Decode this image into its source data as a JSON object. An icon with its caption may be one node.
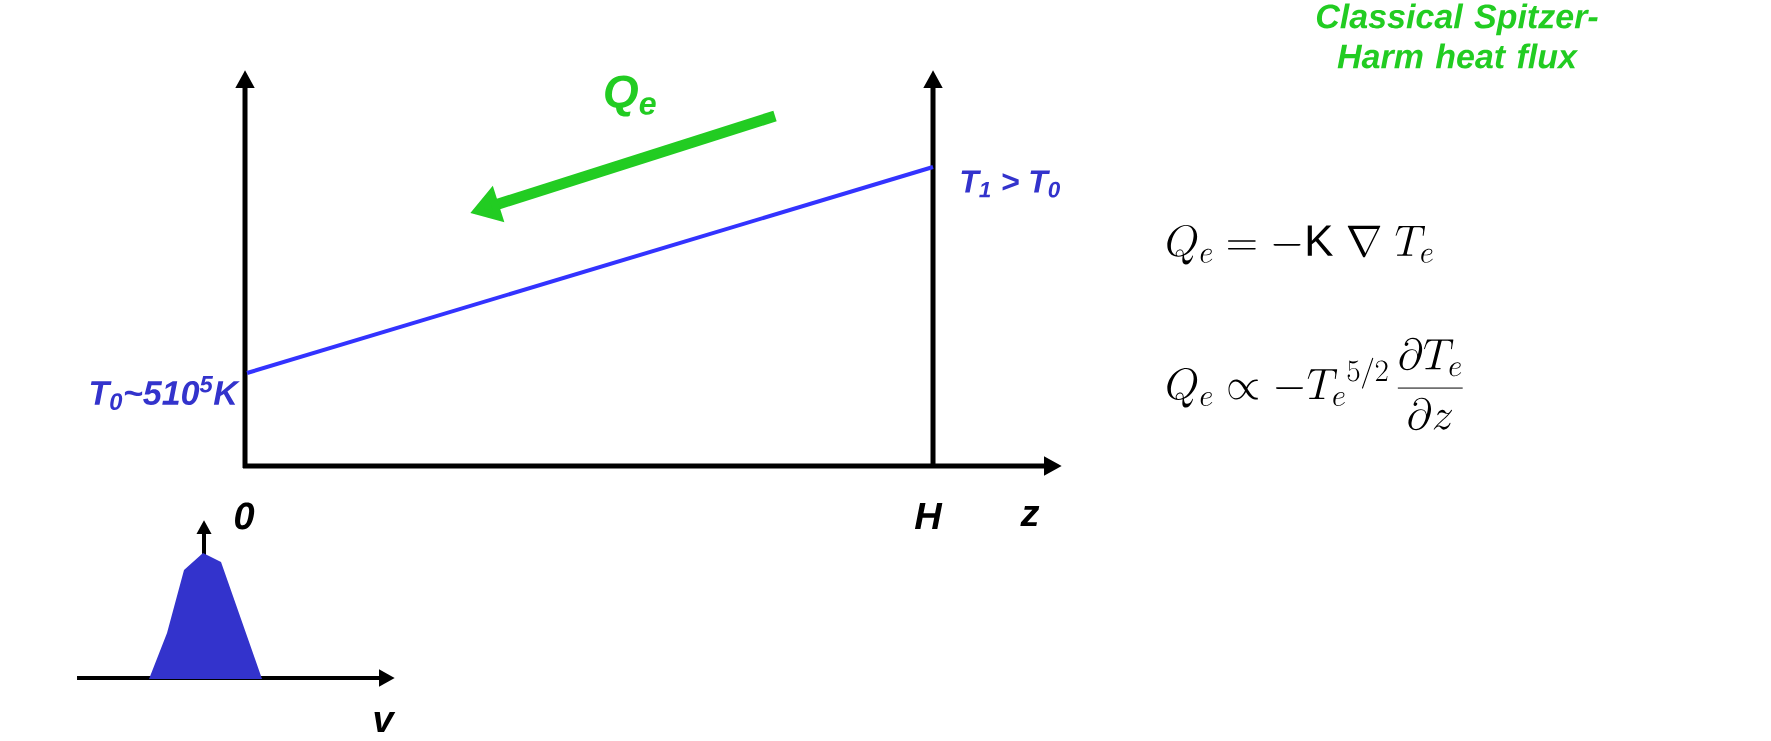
{
  "diagram": {
    "title": "Classical Spitzer-Harm heat flux",
    "labels": [
      "Q$_{e}$",
      "T$_{1}$ > T$_{0}$",
      "T$_{0}$~510$^{5}$K",
      "0",
      "H",
      "z",
      "v",
      "Q_e = -\\mathrm{K}\\;\\nabla\\; T_e",
      "Q_e \\propto -{T_e}^{5/2}\\,\\frac{\\partial T_e}{\\partial z}"
    ]
  }
}
